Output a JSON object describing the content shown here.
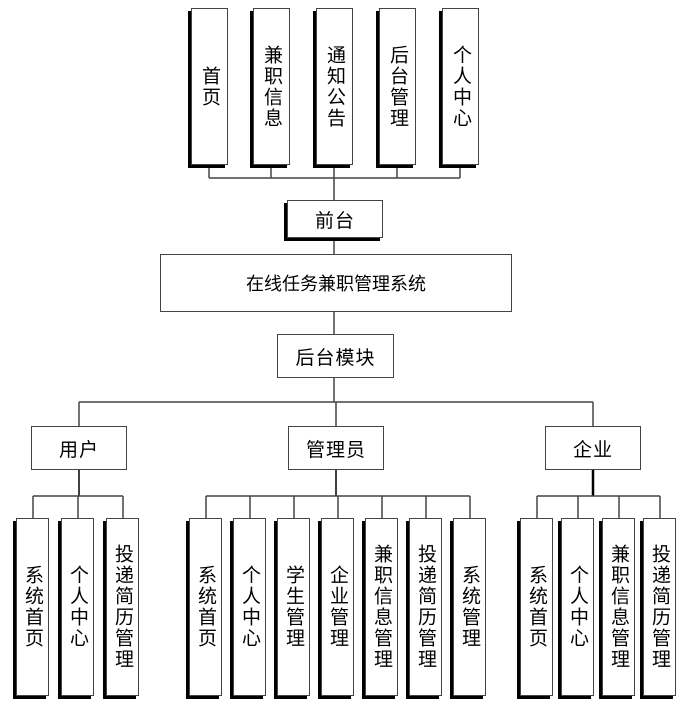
{
  "diagram": {
    "front_modules": [
      "首页",
      "兼职信息",
      "通知公告",
      "后台管理",
      "个人中心"
    ],
    "front_label": "前台",
    "root_label": "在线任务兼职管理系统",
    "backend_label": "后台模块",
    "roles": {
      "user": {
        "label": "用户",
        "modules": [
          "系统首页",
          "个人中心",
          "投递简历管理"
        ]
      },
      "admin": {
        "label": "管理员",
        "modules": [
          "系统首页",
          "个人中心",
          "学生管理",
          "企业管理",
          "兼职信息管理",
          "投递简历管理",
          "系统管理"
        ]
      },
      "enterprise": {
        "label": "企业",
        "modules": [
          "系统首页",
          "个人中心",
          "兼职信息管理",
          "投递简历管理"
        ]
      }
    },
    "line_color": "#444444",
    "emphasis_line_color": "#000000"
  }
}
